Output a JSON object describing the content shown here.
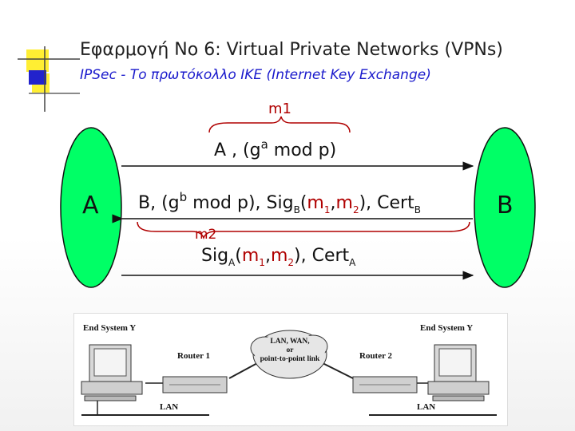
{
  "title": "Εφαρμογή Νο 6: Virtual Private Networks (VPNs)",
  "subtitle": "IPSec - Το πρωτόκολλο IKE (Internet Key Exchange)",
  "protocol": {
    "party_a": "A",
    "party_b": "B",
    "m1_label": "m1",
    "m2_label": "m2",
    "message1": {
      "prefix": "A , (g",
      "exp": "a",
      "suffix": " mod p)"
    },
    "message2": {
      "prefix": "B, (g",
      "exp": "b",
      "mid": " mod p), Sig",
      "sig_sub": "B",
      "args_open": "(",
      "m1": "m",
      "m1_sub": "1",
      "comma": ",",
      "m2": "m",
      "m2_sub": "2",
      "args_close": "), Cert",
      "cert_sub": "B"
    },
    "message3": {
      "prefix": "Sig",
      "sig_sub": "A",
      "args_open": "(",
      "m1": "m",
      "m1_sub": "1",
      "comma": ",",
      "m2": "m",
      "m2_sub": "2",
      "args_close": "), Cert",
      "cert_sub": "A"
    }
  },
  "network": {
    "end_system_left": "End System Y",
    "end_system_right": "End System Y",
    "router_left": "Router 1",
    "router_right": "Router 2",
    "cloud_lines": [
      "LAN, WAN,",
      "or",
      "point-to-point link"
    ],
    "lan_left": "LAN",
    "lan_right": "LAN"
  },
  "colors": {
    "party_fill": "#00ff66",
    "arrow": "#111111",
    "brace": "#b00000",
    "title_bar_yellow": "#ffee33",
    "title_bar_blue": "#2222cc",
    "subtitle": "#1a1acc"
  }
}
